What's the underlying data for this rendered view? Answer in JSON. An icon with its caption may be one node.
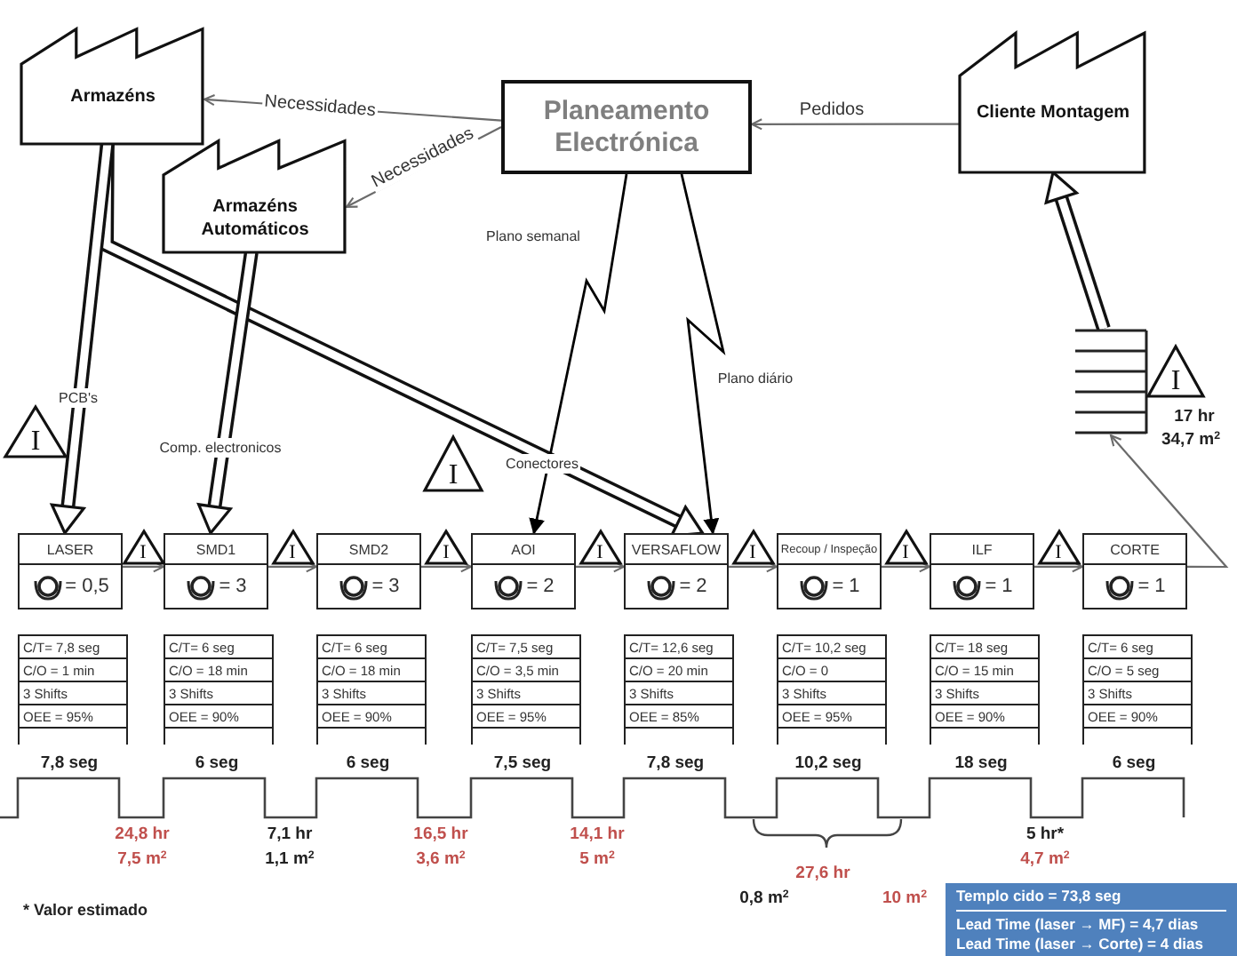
{
  "diagram": {
    "nodes": [
      {
        "text": [
          "Armazéns"
        ]
      },
      {
        "text": [
          "Planeamento Electrónica"
        ]
      },
      {
        "text": [
          "Cliente Montagem"
        ]
      },
      {
        "text": [
          "Armazéns Automáticos"
        ]
      },
      {
        "text": [],
        "shape": "box"
      },
      {
        "text": [
          "I"
        ]
      },
      {
        "text": [
          "I"
        ]
      },
      {
        "text": [
          "I"
        ]
      },
      {
        "text": [
          "LASER",
          "= 0,5"
        ]
      },
      {
        "text": [
          "SMD1",
          "= 3"
        ]
      },
      {
        "text": [
          "SMD2",
          "= 3"
        ]
      },
      {
        "text": [
          "AOI",
          "= 2"
        ]
      },
      {
        "text": [
          "VERSAFLOW",
          "= 2"
        ]
      },
      {
        "text": [
          "Recoup / Inspeção",
          "= 1"
        ]
      },
      {
        "text": [
          "ILF",
          "= 1"
        ]
      },
      {
        "text": [
          "CORTE",
          "= 1"
        ]
      },
      {
        "text": [
          "I"
        ]
      },
      {
        "text": [
          "I"
        ]
      },
      {
        "text": [
          "I"
        ]
      },
      {
        "text": [
          "I"
        ]
      },
      {
        "text": [
          "I"
        ]
      },
      {
        "text": [
          "I"
        ]
      },
      {
        "text": [
          "I"
        ]
      },
      {
        "text": [
          "C/T= 7,8 seg",
          "C/O = 1 min",
          "3 Shifts",
          "OEE = 95%"
        ]
      },
      {
        "text": [
          "C/T= 6 seg",
          "C/O = 18 min",
          "3 Shifts",
          "OEE = 90%"
        ]
      },
      {
        "text": [
          "C/T= 6 seg",
          "C/O = 18 min",
          "3 Shifts",
          "OEE = 90%"
        ]
      },
      {
        "text": [
          "C/T= 7,5 seg",
          "C/O = 3,5 min",
          "3 Shifts",
          "OEE = 95%"
        ]
      },
      {
        "text": [
          "C/T= 12,6 seg",
          "C/O = 20 min",
          "3 Shifts",
          "OEE = 85%"
        ]
      },
      {
        "text": [
          "C/T= 10,2 seg",
          "C/O = 0",
          "3 Shifts",
          "OEE = 95%"
        ]
      },
      {
        "text": [
          "C/T= 18 seg",
          "C/O = 15 min",
          "3 Shifts",
          "OEE = 90%"
        ]
      },
      {
        "text": [
          "C/T= 6 seg",
          "C/O = 5 seg",
          "3 Shifts",
          "OEE = 90%"
        ]
      },
      {
        "text": [
          "Templo cido = 73,8 seg",
          "Lead Time (laser → MF) = 4,7 dias",
          "Lead Time (laser → Corte) = 4 dias"
        ]
      }
    ],
    "edges": [
      {
        "from": 1,
        "to": 0,
        "arrow": "to",
        "label": "Necessidades"
      },
      {
        "from": 1,
        "to": 3,
        "arrow": "to",
        "label": "Necessidades"
      },
      {
        "from": 2,
        "to": 1,
        "arrow": "to",
        "label": "Pedidos"
      },
      {
        "from": 1,
        "to": 11,
        "arrow": "to",
        "label": "Plano semanal",
        "color": "#000000"
      },
      {
        "from": 1,
        "to": 12,
        "arrow": "to",
        "label": "Plano diário",
        "color": "#000000"
      },
      {
        "from": 0,
        "to": 8,
        "arrow": "to",
        "label": "PCB's",
        "style": "thick"
      },
      {
        "from": 3,
        "to": 9,
        "arrow": "to",
        "label": "Comp. electronicos",
        "style": "thick"
      },
      {
        "from": 0,
        "to": 12,
        "arrow": "to",
        "label": "Conectores",
        "style": "thick"
      },
      {
        "from": 8,
        "to": 9,
        "arrow": "to"
      },
      {
        "from": 9,
        "to": 10,
        "arrow": "to"
      },
      {
        "from": 10,
        "to": 11,
        "arrow": "to"
      },
      {
        "from": 11,
        "to": 12,
        "arrow": "to"
      },
      {
        "from": 12,
        "to": 13,
        "arrow": "to"
      },
      {
        "from": 13,
        "to": 14,
        "arrow": "to"
      },
      {
        "from": 14,
        "to": 15,
        "arrow": "to"
      },
      {
        "from": 15,
        "to": 4,
        "arrow": "to"
      },
      {
        "from": 4,
        "to": 2,
        "arrow": "to",
        "style": "thick"
      }
    ],
    "labels": [
      "7,8 seg",
      "6 seg",
      "6 seg",
      "7,5 seg",
      "7,8 seg",
      "10,2 seg",
      "18 seg",
      "6 seg",
      "24,8 hr",
      "7,5 m$^{2}$",
      "7,1 hr",
      "1,1 m$^{2}$",
      "16,5 hr",
      "3,6 m$^{2}$",
      "14,1 hr",
      "5 m$^{2}$",
      "27,6 hr",
      "0,8 m$^{2}$",
      "10 m$^{2}$",
      "5 hr*",
      "4,7 m$^{2}$",
      "17 hr",
      "34,7 m$^{2}$",
      "* Valor estimado"
    ]
  }
}
